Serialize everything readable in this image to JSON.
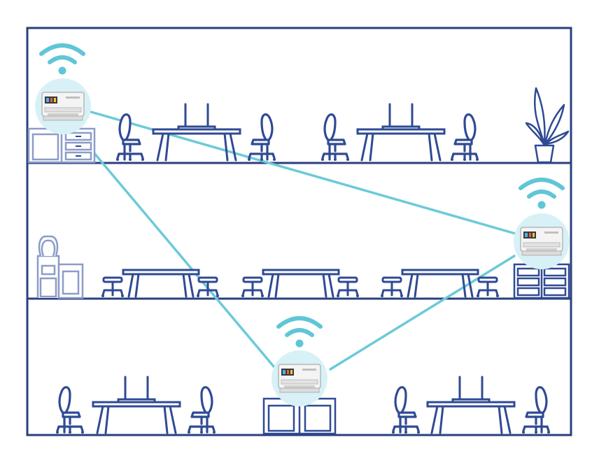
{
  "colors": {
    "frame": "#2a3f7c",
    "furniture": "#2f4a94",
    "furniture_light": "#8c9cc8",
    "network_link": "#6ccad9",
    "wifi": "#5fc6d7",
    "printer_halo": "#d8f1f6",
    "printer_body": "#f2f2f2",
    "printer_dark": "#3a3a3a",
    "background": "#ffffff"
  },
  "icons": [
    "wifi-icon",
    "printer-icon",
    "office-chair-icon",
    "desk-icon",
    "monitor-icon",
    "stool-icon",
    "plant-icon",
    "water-cooler-icon",
    "cabinet-icon"
  ],
  "floors": [
    {
      "name": "top-floor",
      "printers": 1,
      "desks": 2,
      "chairs_per_desk": 2,
      "decor": [
        "plant",
        "cabinet"
      ]
    },
    {
      "name": "middle-floor",
      "printers": 1,
      "desks": 3,
      "stools_per_desk": 2,
      "decor": [
        "water-cooler",
        "cabinet"
      ]
    },
    {
      "name": "bottom-floor",
      "printers": 1,
      "desks": 2,
      "chairs_per_desk": 2,
      "decor": [
        "cabinet"
      ]
    }
  ],
  "network_links": [
    [
      "printer-top-floor",
      "printer-middle-floor"
    ],
    [
      "printer-top-floor",
      "printer-bottom-floor"
    ],
    [
      "printer-middle-floor",
      "printer-bottom-floor"
    ]
  ]
}
